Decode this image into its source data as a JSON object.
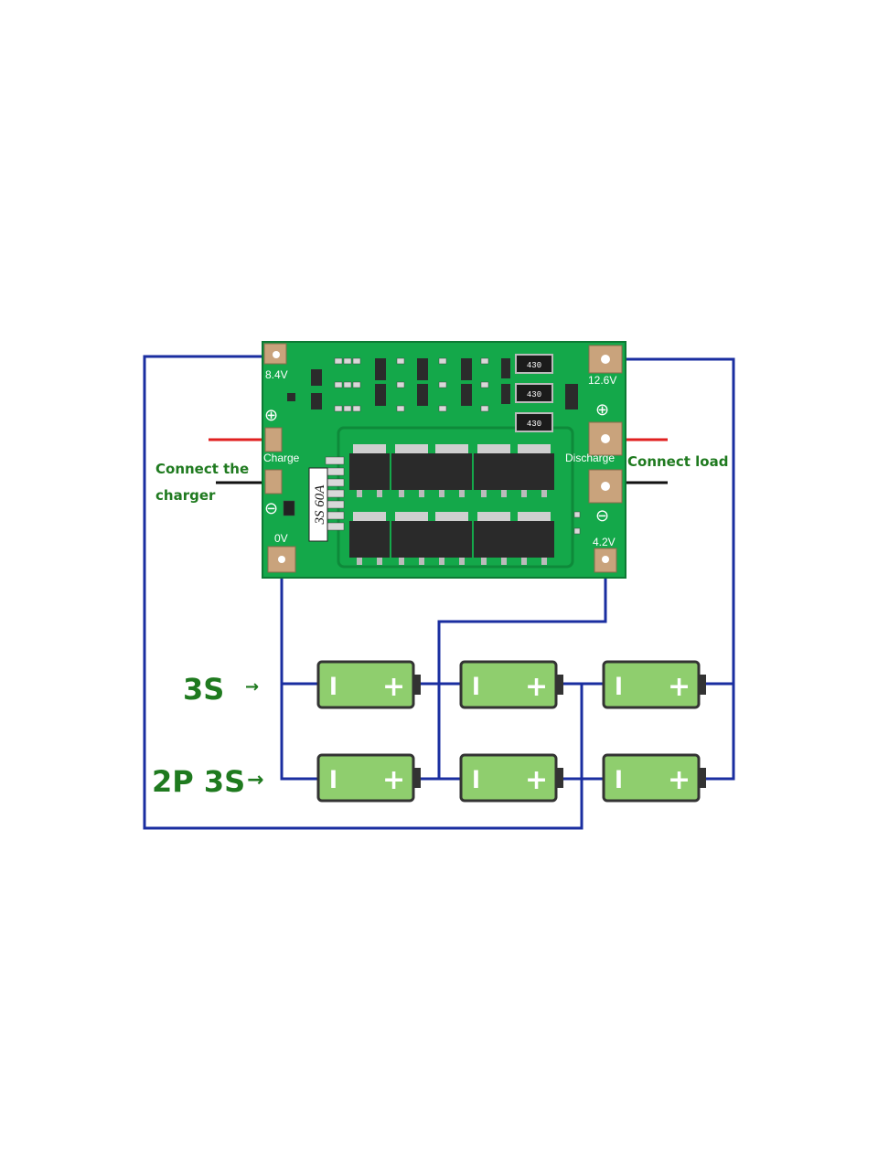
{
  "board": {
    "model": "3S 60A",
    "label_84v": "8.4V",
    "label_126v": "12.6V",
    "label_42v": "4.2V",
    "label_0v": "0V",
    "label_charge": "Charge",
    "label_discharge": "Discharge",
    "plus_symbol": "⊕",
    "minus_symbol": "⊖",
    "resistors": [
      "430",
      "430",
      "430"
    ],
    "colors": {
      "pcb": "#14a84a",
      "pad": "#c9a37c",
      "mosfet": "#2a2a2a"
    }
  },
  "annotations": {
    "charger_line1": "Connect the",
    "charger_line2": "charger",
    "load": "Connect load"
  },
  "rows": {
    "row1_label": "3S",
    "row2_label": "2P 3S",
    "arrow": "→"
  },
  "battery": {
    "minus": "l",
    "plus": "+",
    "colors": {
      "body": "#8fce6e",
      "outline": "#333333"
    }
  },
  "wire_colors": {
    "bus": "#1a2ea0",
    "red": "#e02020",
    "black": "#111111"
  }
}
